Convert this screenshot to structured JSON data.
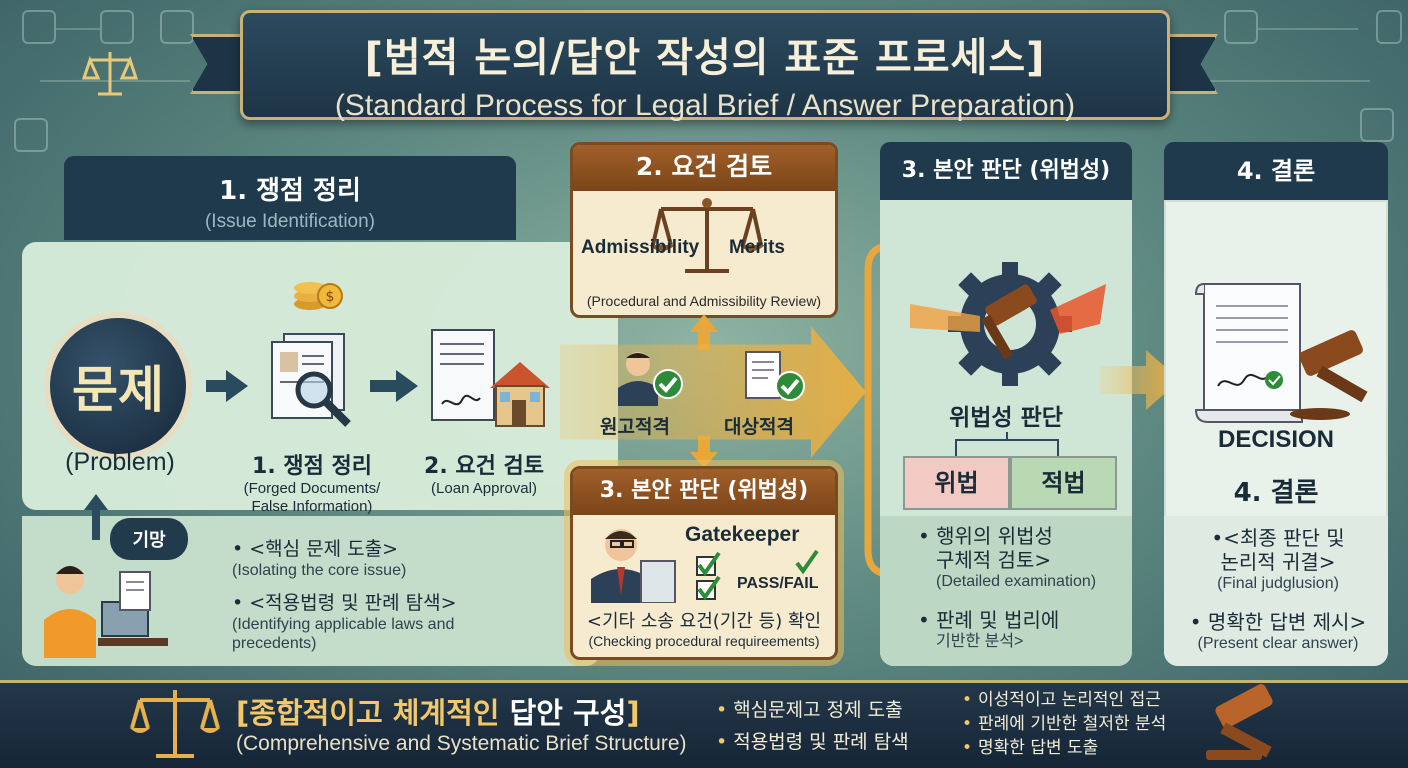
{
  "title": {
    "ko": "[법적 논의/답안 작성의 표준 프로세스]",
    "en": "(Standard Process for Legal Brief / Answer Preparation)"
  },
  "section1": {
    "header_ko": "1. 쟁점 정리",
    "header_en": "(Issue Identification)",
    "problem_ko": "문제",
    "problem_en": "(Problem)",
    "step1": {
      "ko": "1. 쟁점 정리",
      "en1": "(Forged Documents/",
      "en2": "False Information)"
    },
    "step2": {
      "ko": "2. 요건 검토",
      "en": "(Loan Approval)"
    },
    "bubble": "기망",
    "bullets": [
      {
        "ko": "• <핵심 문제 도출>",
        "en": "(Isolating the core issue)"
      },
      {
        "ko": "• <적용법령 및 판례 탐색>",
        "en1": "(Identifying applicable laws and",
        "en2": "precedents)"
      }
    ]
  },
  "section2": {
    "header": "2. 요건 검토",
    "left": "Admissibility",
    "right": "Merits",
    "foot": "(Procedural and Admissibility Review)",
    "band_left": "원고적격",
    "band_right": "대상적격"
  },
  "section3a": {
    "header": "3. 본안 판단 (위법성)",
    "gatekeeper": "Gatekeeper",
    "passfail": "PASS/FAIL",
    "ko": "<기타 소송 요건(기간 등) 확인",
    "en": "(Checking procedural requireements)"
  },
  "section3": {
    "header": "3. 본안 판단 (위법성)",
    "title": "위법성 판단",
    "illegal": "위법",
    "legal": "적법",
    "bullets": [
      {
        "ko1": "• 행위의 위법성",
        "ko2": "구체적 검토>",
        "en": "(Detailed examination)"
      },
      {
        "ko1": "• 판례 및 법리에",
        "ko2": "기반한 분석>"
      }
    ]
  },
  "section4": {
    "header": "4. 결론",
    "decision": "DECISION",
    "title": "4. 결론",
    "bullets": [
      {
        "ko1": "•<최종 판단 및",
        "ko2": "논리적 귀결>",
        "en": "(Final judglusion)"
      },
      {
        "ko1": "• 명확한 답변 제시>",
        "en": "(Present clear answer)"
      }
    ]
  },
  "footer": {
    "ko_a": "[종합적이고 체계적인 ",
    "ko_b": "답안 구성",
    "ko_c": "]",
    "en": "(Comprehensive and Systematic Brief Structure)",
    "mid": [
      "핵심문제고 정제 도출",
      "적용법령 및 판례 탐색"
    ],
    "right": [
      "이성적이고 논리적인 접근",
      "판례에 기반한 철저한 분석",
      "명확한 답변 도출"
    ]
  },
  "colors": {
    "navy": "#1f3a4c",
    "gold": "#e8a73a",
    "brown": "#7c4418",
    "mint": "#d7ebd9"
  }
}
